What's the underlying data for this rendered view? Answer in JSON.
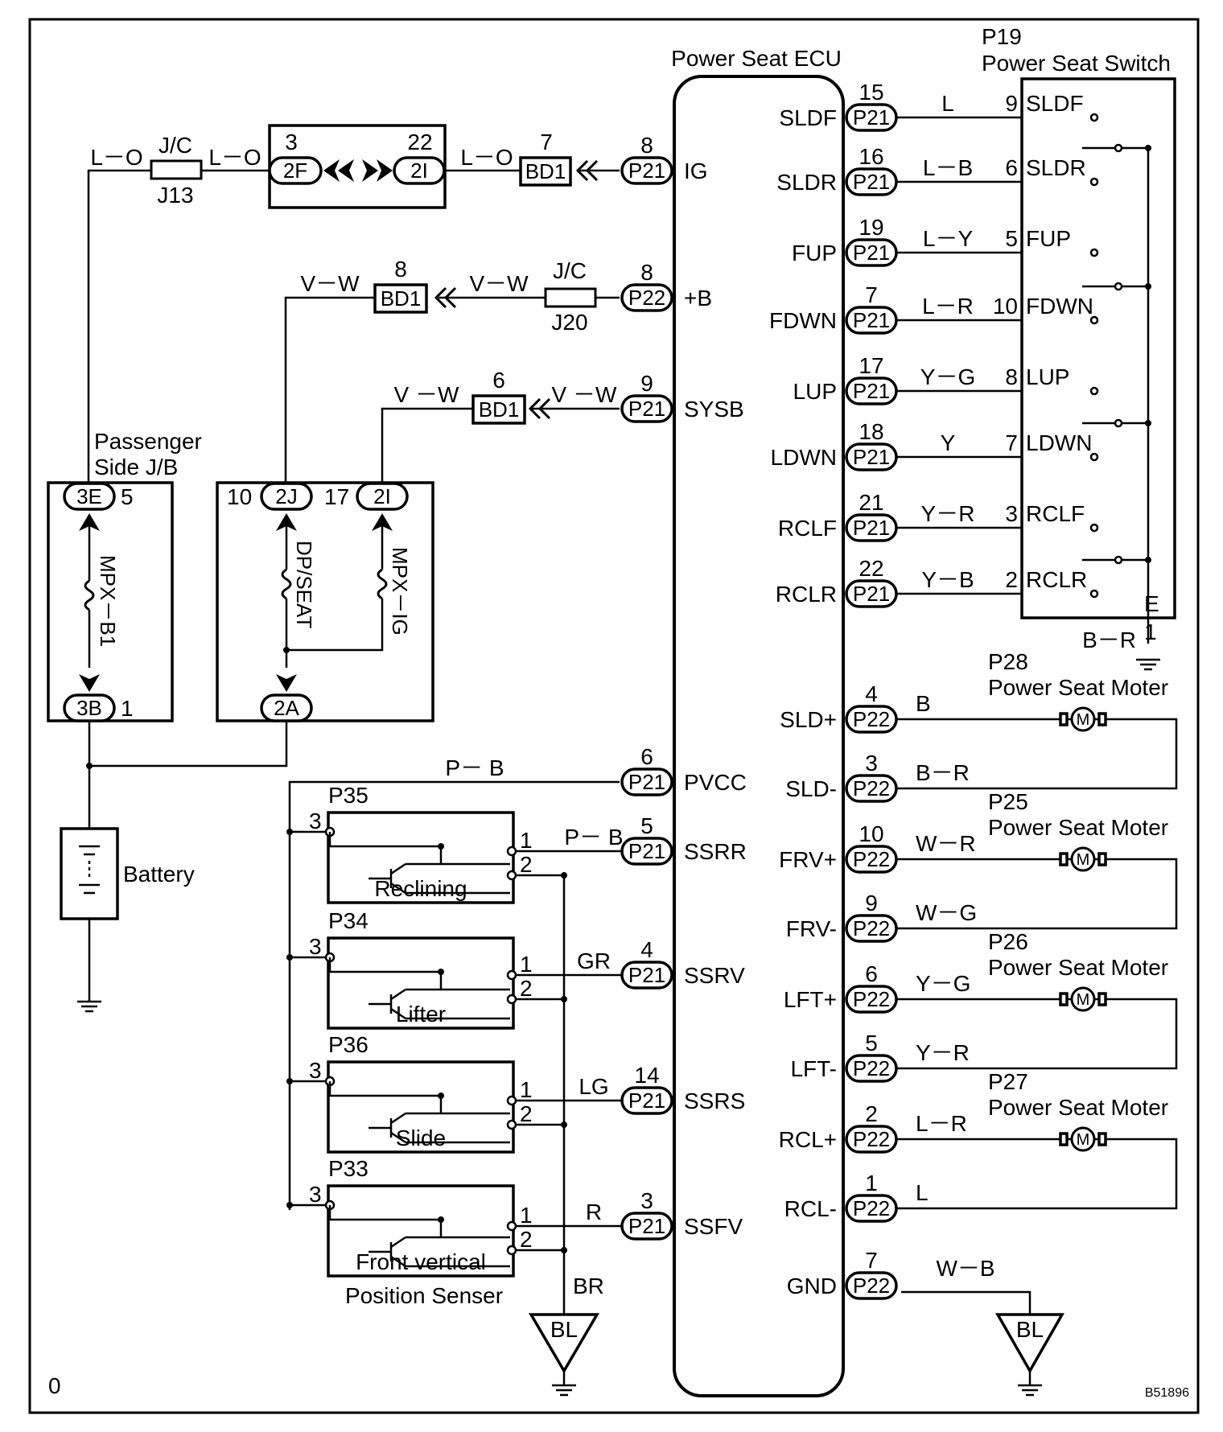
{
  "ecu": {
    "title": "Power Seat ECU",
    "left_pins": [
      {
        "terminal": "8",
        "connector": "P21",
        "name": "IG"
      },
      {
        "terminal": "8",
        "connector": "P22",
        "name": "+B"
      },
      {
        "terminal": "9",
        "connector": "P21",
        "name": "SYSB"
      },
      {
        "terminal": "6",
        "connector": "P21",
        "name": "PVCC"
      },
      {
        "terminal": "5",
        "connector": "P21",
        "name": "SSRR"
      },
      {
        "terminal": "4",
        "connector": "P21",
        "name": "SSRV"
      },
      {
        "terminal": "14",
        "connector": "P21",
        "name": "SSRS"
      },
      {
        "terminal": "3",
        "connector": "P21",
        "name": "SSFV"
      }
    ],
    "right_pins": [
      {
        "terminal": "15",
        "connector": "P21",
        "name": "SLDF",
        "wire": "L"
      },
      {
        "terminal": "16",
        "connector": "P21",
        "name": "SLDR",
        "wire": "L－B"
      },
      {
        "terminal": "19",
        "connector": "P21",
        "name": "FUP",
        "wire": "L－Y"
      },
      {
        "terminal": "7",
        "connector": "P21",
        "name": "FDWN",
        "wire": "L－R"
      },
      {
        "terminal": "17",
        "connector": "P21",
        "name": "LUP",
        "wire": "Y－G"
      },
      {
        "terminal": "18",
        "connector": "P21",
        "name": "LDWN",
        "wire": "Y"
      },
      {
        "terminal": "21",
        "connector": "P21",
        "name": "RCLF",
        "wire": "Y－R"
      },
      {
        "terminal": "22",
        "connector": "P21",
        "name": "RCLR",
        "wire": "Y－B"
      },
      {
        "terminal": "4",
        "connector": "P22",
        "name": "SLD+",
        "wire": "B"
      },
      {
        "terminal": "3",
        "connector": "P22",
        "name": "SLD-",
        "wire": "B－R"
      },
      {
        "terminal": "10",
        "connector": "P22",
        "name": "FRV+",
        "wire": "W－R"
      },
      {
        "terminal": "9",
        "connector": "P22",
        "name": "FRV-",
        "wire": "W－G"
      },
      {
        "terminal": "6",
        "connector": "P22",
        "name": "LFT+",
        "wire": "Y－G"
      },
      {
        "terminal": "5",
        "connector": "P22",
        "name": "LFT-",
        "wire": "Y－R"
      },
      {
        "terminal": "2",
        "connector": "P22",
        "name": "RCL+",
        "wire": "L－R"
      },
      {
        "terminal": "1",
        "connector": "P22",
        "name": "RCL-",
        "wire": "L"
      },
      {
        "terminal": "7",
        "connector": "P22",
        "name": "GND",
        "wire": "W－B"
      }
    ]
  },
  "switch": {
    "id": "P19",
    "title": "Power Seat Switch",
    "pins": [
      {
        "num": "9",
        "name": "SLDF"
      },
      {
        "num": "6",
        "name": "SLDR"
      },
      {
        "num": "5",
        "name": "FUP"
      },
      {
        "num": "10",
        "name": "FDWN"
      },
      {
        "num": "8",
        "name": "LUP"
      },
      {
        "num": "7",
        "name": "LDWN"
      },
      {
        "num": "3",
        "name": "RCLF"
      },
      {
        "num": "2",
        "name": "RCLR"
      }
    ],
    "ground_pin": "E",
    "ground_num": "1",
    "ground_wire": "B－R"
  },
  "motors": [
    {
      "id": "P28",
      "title": "Power Seat Moter"
    },
    {
      "id": "P25",
      "title": "Power Seat Moter"
    },
    {
      "id": "P26",
      "title": "Power Seat Moter"
    },
    {
      "id": "P27",
      "title": "Power Seat Moter"
    }
  ],
  "motor_symbol": "M",
  "sensors": {
    "caption": "Position Senser",
    "items": [
      {
        "id": "P35",
        "name": "Reclining",
        "wire": "P－ B"
      },
      {
        "id": "P34",
        "name": "Lifter",
        "wire": "GR"
      },
      {
        "id": "P36",
        "name": "Slide",
        "wire": "LG"
      },
      {
        "id": "P33",
        "name": "Front vertical",
        "wire": "R"
      }
    ],
    "pin3": "3",
    "pin1": "1",
    "pin2": "2",
    "pvcc_wire": "P－ B",
    "ground_wire": "BR"
  },
  "top_circuit": {
    "jc1": "J/C",
    "jc1_id": "J13",
    "wire_lo": "L－O",
    "conn_2f": "2F",
    "conn_2f_num": "3",
    "conn_2i": "2I",
    "conn_2i_num": "22",
    "bd1_ig_num": "7",
    "bd1": "BD1",
    "jc2": "J/C",
    "jc2_id": "J20",
    "wire_vw": "V－W",
    "wire_vw2": "V －W",
    "bd1_b_num": "8",
    "bd1_sysb_num": "6"
  },
  "jb": {
    "title_line1": "Passenger",
    "title_line2": "Side J/B",
    "c3e": "3E",
    "c3e_num": "5",
    "c3b": "3B",
    "c3b_num": "1",
    "fuse1": "MPX－B1",
    "c2j": "2J",
    "c2j_num": "10",
    "c2i": "2I",
    "c2i_num": "17",
    "fuse2": "DP/SEAT",
    "fuse3": "MPX－IG",
    "c2a": "2A"
  },
  "battery_label": "Battery",
  "ground_symbol": "BL",
  "footer_left": "0",
  "footer_code": "B51896"
}
